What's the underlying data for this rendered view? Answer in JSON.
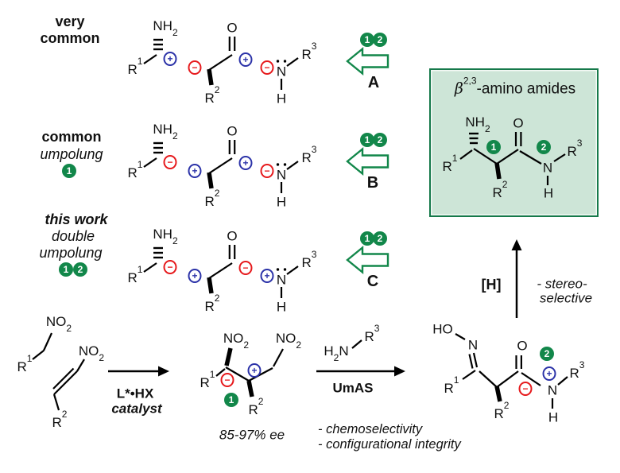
{
  "colors": {
    "green": "#12874a",
    "box_fill": "#cde5d7",
    "box_border": "#15794a",
    "blue": "#2b32a8",
    "red": "#e6191c"
  },
  "glyphs": {
    "plus": "+",
    "minus": "−",
    "badge1": "1",
    "badge2": "2"
  },
  "atom_labels": {
    "R1": {
      "base": "R",
      "sup": "1"
    },
    "R2": {
      "base": "R",
      "sup": "2"
    },
    "R3": {
      "base": "R",
      "sup": "3"
    },
    "NH2": {
      "base": "NH",
      "sub": "2"
    },
    "NO2": {
      "base": "NO",
      "sub": "2"
    },
    "H2N": {
      "base": "H",
      "sub": "2",
      "base2": "N"
    },
    "O": "O",
    "N": "N",
    "H": "H",
    "HO": "HO"
  },
  "rows": [
    {
      "title_line1": "very",
      "title_line2": "common",
      "arrow_label": "A",
      "charges": [
        "+",
        "−",
        "+",
        "−"
      ]
    },
    {
      "title_line1": "common",
      "title_line2": "umpolung",
      "arrow_label": "B",
      "charges": [
        "−",
        "+",
        "+",
        "−"
      ]
    },
    {
      "title_line1": "this work",
      "title_line2": "double",
      "title_line3": "umpolung",
      "arrow_label": "C",
      "charges": [
        "−",
        "+",
        "−",
        "+"
      ]
    }
  ],
  "product_box": {
    "title_beta": "β",
    "title_sup": "2,3",
    "title_rest": "-amino amides"
  },
  "scheme": {
    "catalyst_line1": "L*•HX",
    "catalyst_line2": "catalyst",
    "ee": "85-97% ee",
    "amine_r3_sup": "3",
    "umas": "UmAS",
    "note1": "- chemoselectivity",
    "note2": "- configurational integrity",
    "reduction": "[H]",
    "stereo_line1": "- stereo-",
    "stereo_line2": "selective"
  }
}
